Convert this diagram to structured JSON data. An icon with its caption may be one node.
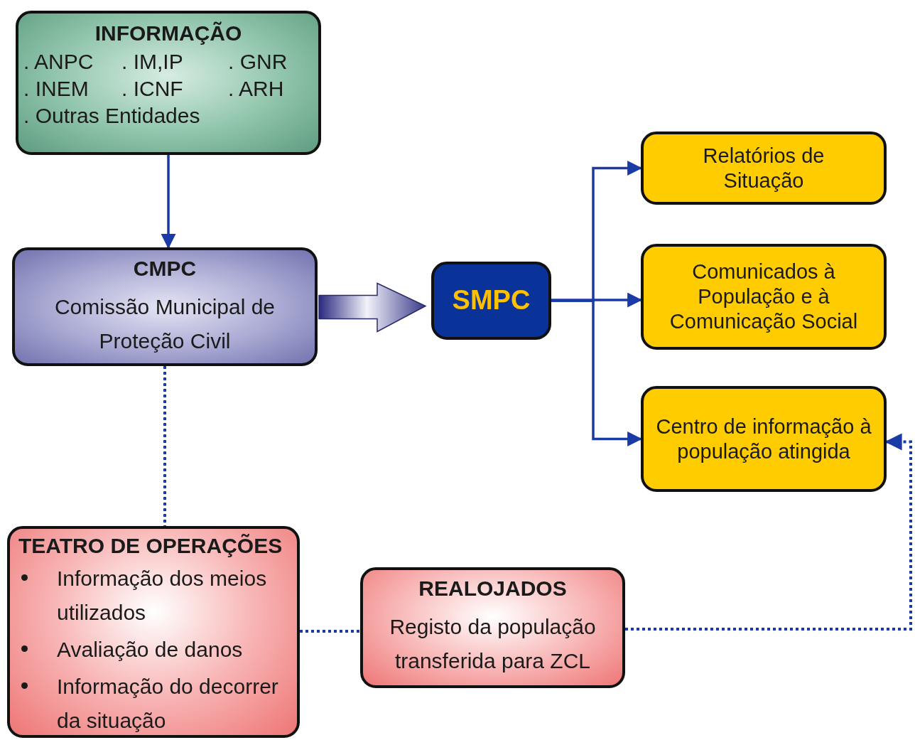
{
  "diagram": {
    "nodes": [
      {
        "text": [
          "INFORMAÇÃO",
          ". ANPC",
          ". IM,IP",
          ". GNR",
          ". INEM",
          ". ICNF",
          ". ARH",
          ". Outras Entidades"
        ]
      },
      {
        "text": [
          "CMPC",
          "Comissão Municipal de Proteção Civil"
        ]
      },
      {
        "text": [
          "SMPC"
        ]
      },
      {
        "text": [
          "Relatórios de Situação"
        ]
      },
      {
        "text": [
          "Comunicados à População e à Comunicação Social"
        ]
      },
      {
        "text": [
          "Centro de informação à população atingida"
        ]
      },
      {
        "text": [
          "TEATRO DE OPERAÇÕES",
          "Informação dos meios utilizados",
          "Avaliação de danos",
          "Informação do decorrer da situação"
        ]
      },
      {
        "text": [
          "REALOJADOS",
          "Registo da população transferida para ZCL"
        ]
      }
    ],
    "edges": [
      {
        "from": 0,
        "to": 1,
        "arrow": "to"
      },
      {
        "from": 1,
        "to": 2,
        "arrow": "to",
        "style": "thick"
      },
      {
        "from": 2,
        "to": 3,
        "arrow": "to"
      },
      {
        "from": 2,
        "to": 4,
        "arrow": "to"
      },
      {
        "from": 2,
        "to": 5,
        "arrow": "to"
      },
      {
        "from": 1,
        "to": 6,
        "arrow": "none",
        "style": "dashed"
      },
      {
        "from": 6,
        "to": 7,
        "arrow": "none",
        "style": "dashed"
      },
      {
        "from": 7,
        "to": 5,
        "arrow": "to",
        "style": "dashed"
      }
    ]
  }
}
